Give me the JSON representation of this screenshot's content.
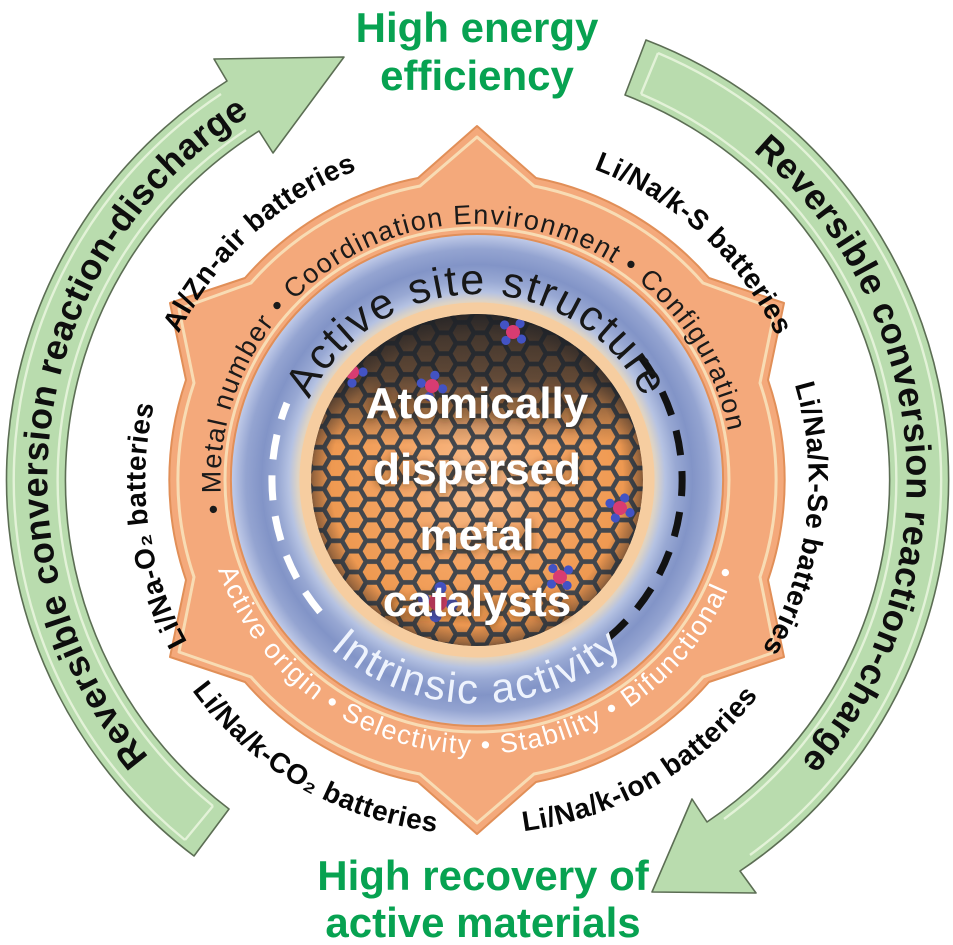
{
  "palette": {
    "arrow_green_fill": "#b9dcae",
    "arrow_green_edge": "#5c6e54",
    "caption_green": "#07a251",
    "badge_orange": "#f4a97b",
    "ring_blue": "#8294c7",
    "sphere_orange": "#f2a263",
    "text_black": "#111111",
    "text_white": "#ffffff"
  },
  "top_caption": {
    "line1": "High energy",
    "line2": "efficiency"
  },
  "bottom_caption": {
    "line1": "High recovery of",
    "line2": "active materials"
  },
  "outer_arrows": {
    "left_label": "Reversible conversion reaction-discharge",
    "right_label": "Reversible conversion reaction-charge"
  },
  "battery_labels": {
    "top_left": "Al/Zn-air batteries",
    "top_right": "Li/Na/k-S batteries",
    "left": "Li/Na-O₂ batteries",
    "right": "Li/Na/K-Se batteries",
    "bottom_left": "Li/Na/k-CO₂ batteries",
    "bottom_right": "Li/Na/k-ion batteries"
  },
  "orange_ring": {
    "top_text": "• Metal number • Coordination Environment • Configuration",
    "bottom_text": "Active origin • Selectivity • Stability • Bifunctional •"
  },
  "blue_ring": {
    "top_text": "Active site structure",
    "bottom_text": "Intrinsic activity"
  },
  "center": {
    "title_lines": [
      "Atomically",
      "dispersed",
      "metal",
      "catalysts"
    ]
  }
}
